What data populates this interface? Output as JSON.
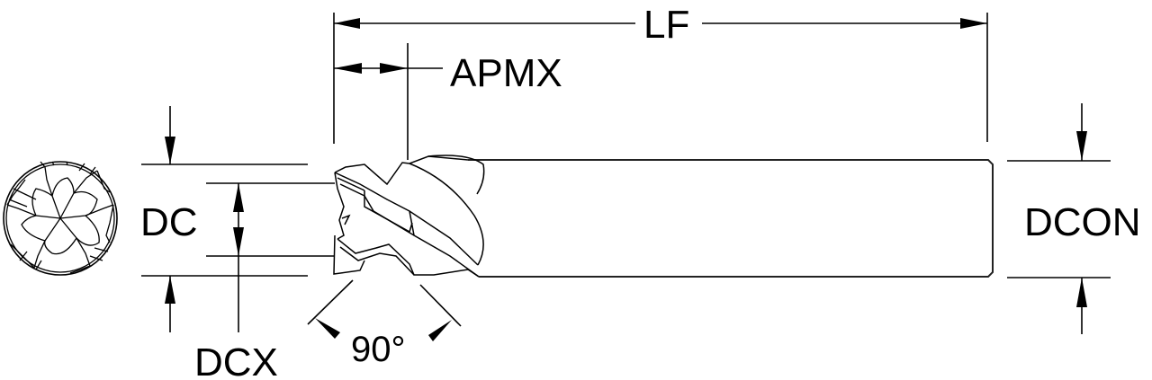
{
  "diagram": {
    "type": "end-mill-dimension-drawing",
    "stroke_color": "#000000",
    "background_color": "#ffffff",
    "labels": {
      "lf": "LF",
      "apmx": "APMX",
      "dc": "DC",
      "dcx": "DCX",
      "dcon": "DCON",
      "angle": "90°"
    },
    "views": {
      "end_view": "cutting-end-view",
      "side_view": "side-profile-view"
    }
  }
}
